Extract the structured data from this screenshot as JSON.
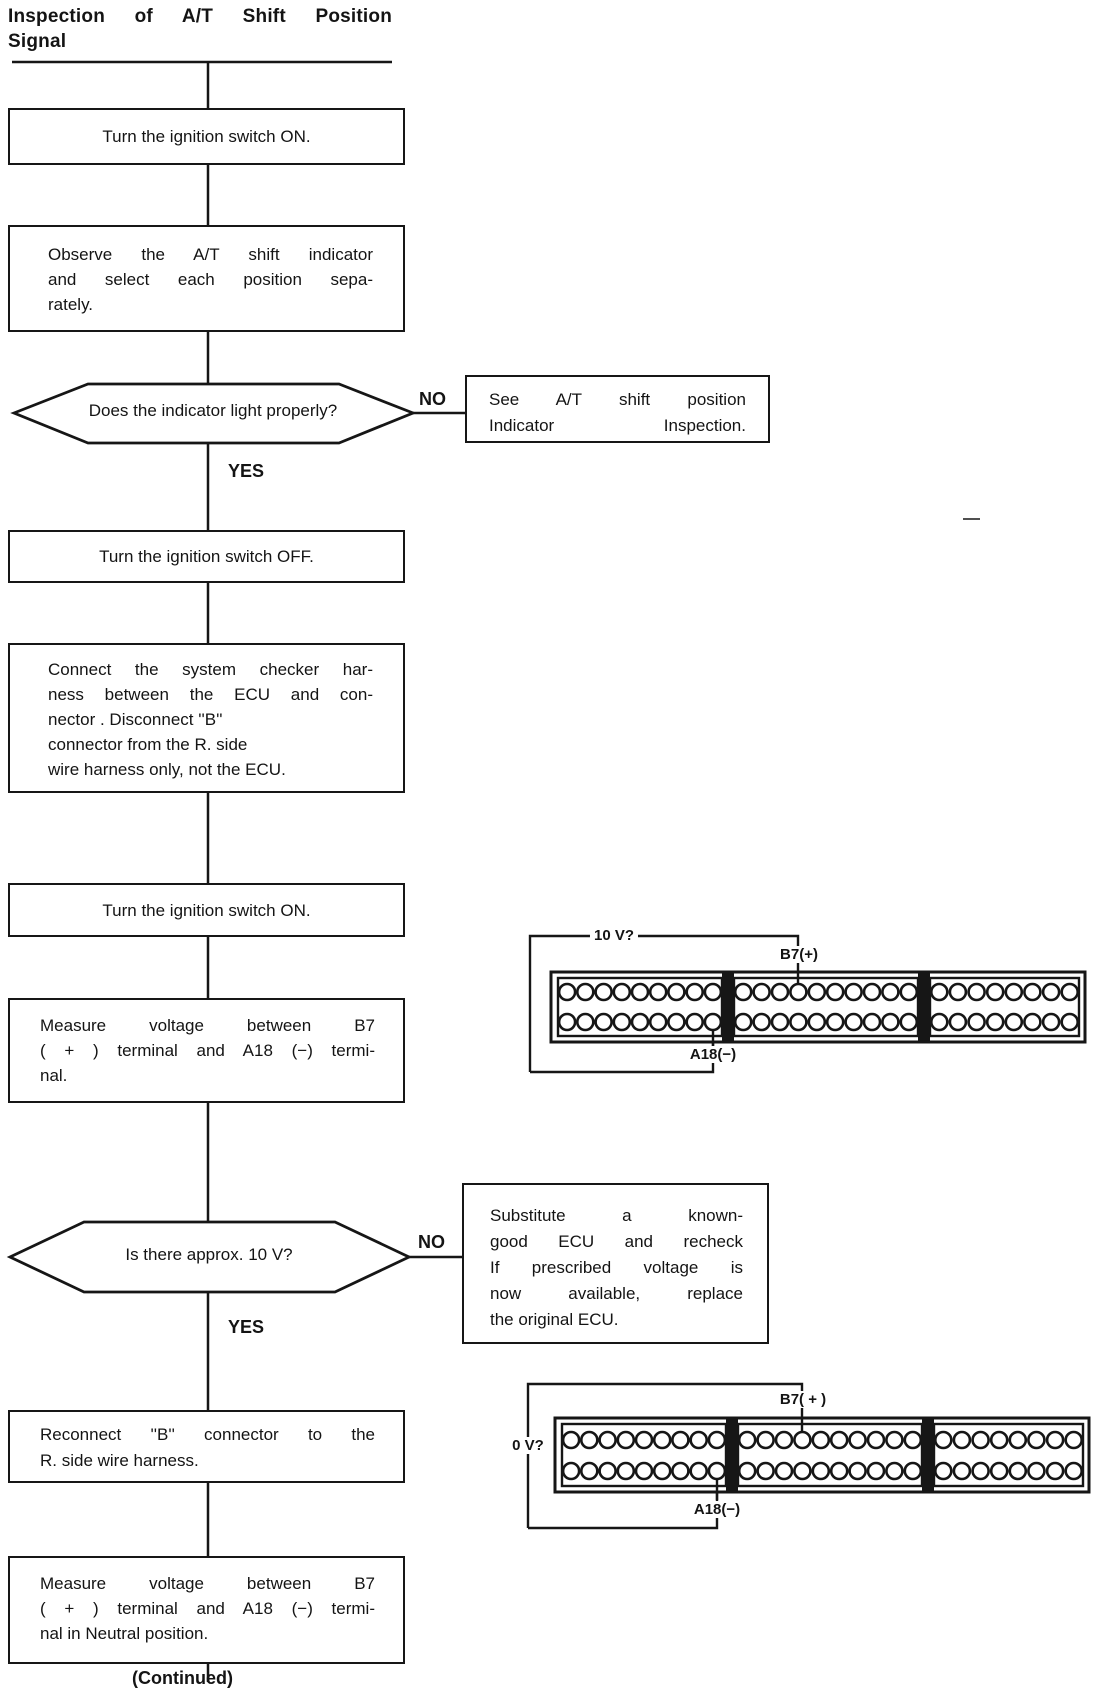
{
  "title": {
    "lines": [
      "Inspection of A/T Shift Position",
      "Signal"
    ]
  },
  "labels": {
    "yes": "YES",
    "no": "NO",
    "continued": "(Continued)"
  },
  "steps": {
    "s1": {
      "lines": [
        "Turn the ignition switch ON."
      ]
    },
    "s2": {
      "lines": [
        "Observe the A/T shift indicator",
        "and select each position sepa-",
        "rately."
      ]
    },
    "d1": {
      "question": "Does the indicator light properly?"
    },
    "r1": {
      "lines": [
        "See A/T shift position",
        "Indicator Inspection."
      ]
    },
    "s3": {
      "lines": [
        "Turn the ignition switch OFF."
      ]
    },
    "s4": {
      "lines": [
        "Connect the system checker har-",
        "ness between the ECU and con-",
        "nector . Disconnect ''B''",
        "connector from the R. side",
        "wire harness only, not the ECU."
      ]
    },
    "s5": {
      "lines": [
        "Turn the ignition switch ON."
      ]
    },
    "s6": {
      "lines": [
        "Measure voltage between B7",
        "( + ) terminal and A18 (−) termi-",
        "nal."
      ]
    },
    "d2": {
      "question": "Is there approx. 10 V?"
    },
    "r2": {
      "lines": [
        "Substitute a known-",
        "good ECU and recheck",
        "If prescribed voltage is",
        "now available, replace",
        "the original ECU."
      ]
    },
    "s7": {
      "lines": [
        "Reconnect ''B'' connector to the",
        "R. side wire harness."
      ]
    },
    "s8": {
      "lines": [
        "Measure voltage between B7",
        "( + ) terminal and A18 (−) termi-",
        "nal in Neutral position."
      ]
    }
  },
  "connectors": [
    {
      "voltage": "10 V?",
      "top_pin": "B7(+)",
      "bottom_pin": "A18(−)",
      "pin_blocks": [
        9,
        10,
        8
      ]
    },
    {
      "voltage": "0 V?",
      "top_pin": "B7( + )",
      "bottom_pin": "A18(−)",
      "pin_blocks": [
        9,
        10,
        8
      ]
    }
  ]
}
